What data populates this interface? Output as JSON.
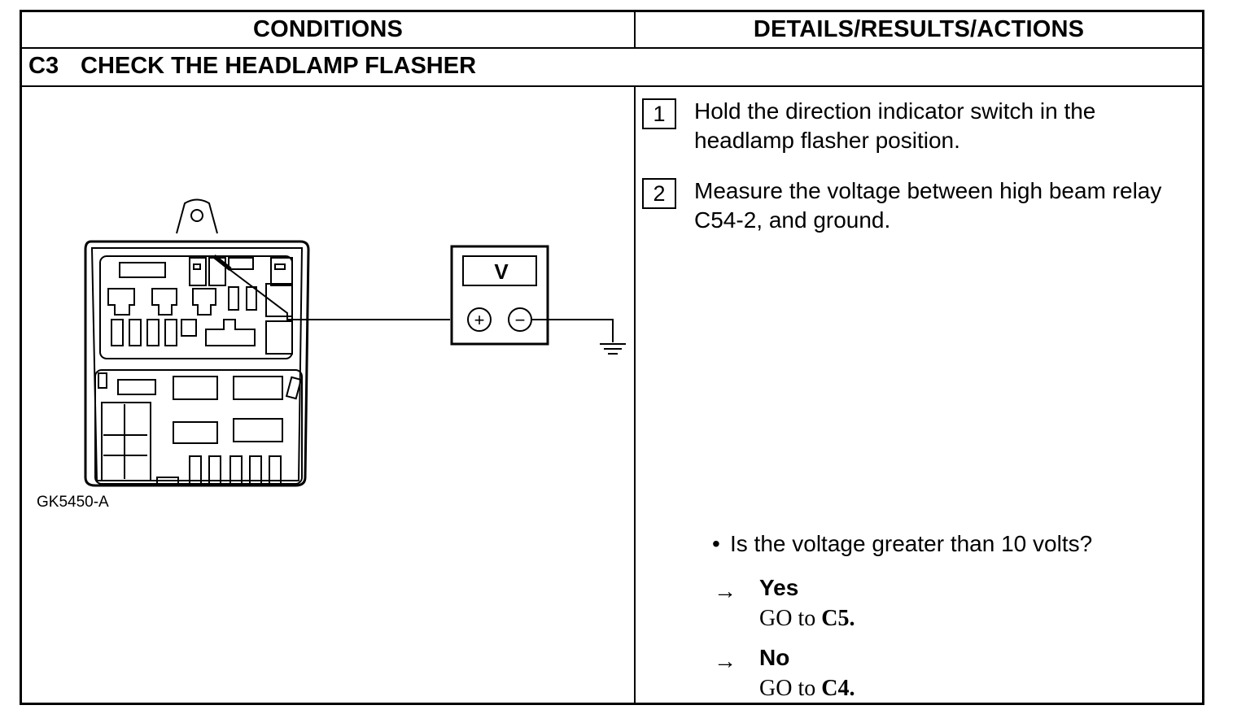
{
  "header": {
    "conditions": "CONDITIONS",
    "details": "DETAILS/RESULTS/ACTIONS"
  },
  "test_step": {
    "code": "C3",
    "title": "CHECK THE HEADLAMP FLASHER"
  },
  "figure": {
    "caption": "GK5450-A",
    "meter_label": "V",
    "plus": "+",
    "minus": "−"
  },
  "steps": [
    {
      "number": "1",
      "text": "Hold the direction indicator switch in the headlamp flasher position."
    },
    {
      "number": "2",
      "text": "Measure the voltage between high beam relay C54-2, and ground."
    }
  ],
  "question": {
    "bullet": "•",
    "text": "Is the voltage greater than 10 volts?"
  },
  "answers": [
    {
      "arrow": "→",
      "label": "Yes",
      "action_prefix": "GO to",
      "action_target": "C5."
    },
    {
      "arrow": "→",
      "label": "No",
      "action_prefix": "GO to",
      "action_target": "C4."
    }
  ]
}
